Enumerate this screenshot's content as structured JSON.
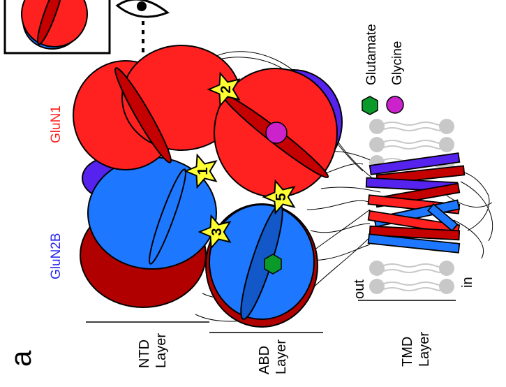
{
  "panel_label": "a",
  "subunits": {
    "glun1": "GluN1",
    "glun2b": "GluN2B"
  },
  "legend": {
    "glutamate": "Glutamate",
    "glycine": "Glycine"
  },
  "layers": {
    "ntd": "NTD\nLayer",
    "abd": "ABD\nLayer",
    "tmd": "TMD\nLayer"
  },
  "membrane": {
    "out": "out",
    "in": "in"
  },
  "sites": [
    "1",
    "2",
    "3",
    "5"
  ],
  "colors": {
    "glun1": "#ff2020",
    "glun1_dark": "#c40000",
    "glun2b": "#1e78ff",
    "glun2b_dark": "#b00000",
    "violet": "#5522ee",
    "star": "#ffff33",
    "glutamate": "#0a9a2a",
    "glycine": "#cc22cc",
    "lipid": "#c8c8c8"
  }
}
